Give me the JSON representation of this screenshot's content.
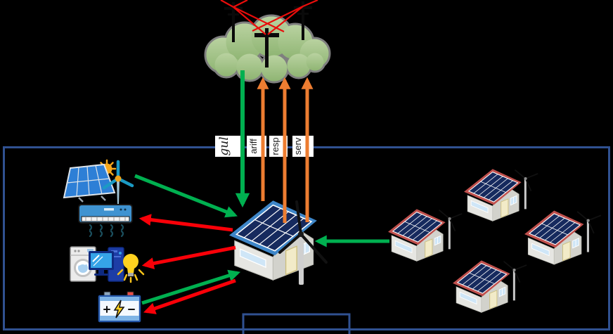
{
  "background": "#000000",
  "colors": {
    "boundary_border": "#305191",
    "supply_arrow_green": "#00b050",
    "demand_arrow_red": "#fa0008",
    "signal_arrow_orange": "#ed7d31",
    "cloud_fill_light": "#b9d2a0",
    "cloud_fill_dark": "#8fb573",
    "cloud_outline": "#7f7f7f",
    "power_line_red": "#e90d0b",
    "neighbor_roof_red": "#c0504d",
    "smart_home_roof_blue": "#3e86c8",
    "solar_panel_navy": "#162a5e",
    "label_box_white": "#ffffff"
  },
  "flow_labels": [
    {
      "text": "gul",
      "arrow_color": "#00b050",
      "direction": "grid-to-home"
    },
    {
      "text": "ariff",
      "arrow_color": "#ed7d31",
      "direction": "home-to-grid"
    },
    {
      "text": "resp",
      "arrow_color": "#ed7d31",
      "direction": "home-to-grid"
    },
    {
      "text": "serv",
      "arrow_color": "#ed7d31",
      "direction": "home-to-grid"
    }
  ],
  "components": {
    "utility_grid": "green cloud with three transmission pylons and red power lines",
    "smart_home": "blue-roof house with rooftop solar array and large wind turbine",
    "neighbor_houses": "four red-roof houses with rooftop solar arrays and small wind turbines",
    "renewables_icon": "solar panel with sun and teal wind turbine",
    "hvac_icon": "air-conditioner unit with airflow",
    "appliances_icons": "washing machine, desktop computer, glowing light bulb",
    "battery_icon": "storage battery with plus, minus and lightning bolt",
    "caption_box": "empty blue-bordered box below the smart home"
  },
  "arrows": [
    {
      "name": "grid-to-home",
      "color": "#00b050"
    },
    {
      "name": "home-to-grid-1",
      "color": "#ed7d31"
    },
    {
      "name": "home-to-grid-2",
      "color": "#ed7d31"
    },
    {
      "name": "home-to-grid-3",
      "color": "#ed7d31"
    },
    {
      "name": "renewables-to-home",
      "color": "#00b050"
    },
    {
      "name": "home-to-hvac",
      "color": "#fa0008"
    },
    {
      "name": "home-to-appliances",
      "color": "#fa0008"
    },
    {
      "name": "battery-to-home",
      "color": "#00b050"
    },
    {
      "name": "home-to-battery",
      "color": "#fa0008"
    },
    {
      "name": "neighbors-to-home",
      "color": "#00b050"
    }
  ],
  "caption_box": {
    "text": ""
  }
}
